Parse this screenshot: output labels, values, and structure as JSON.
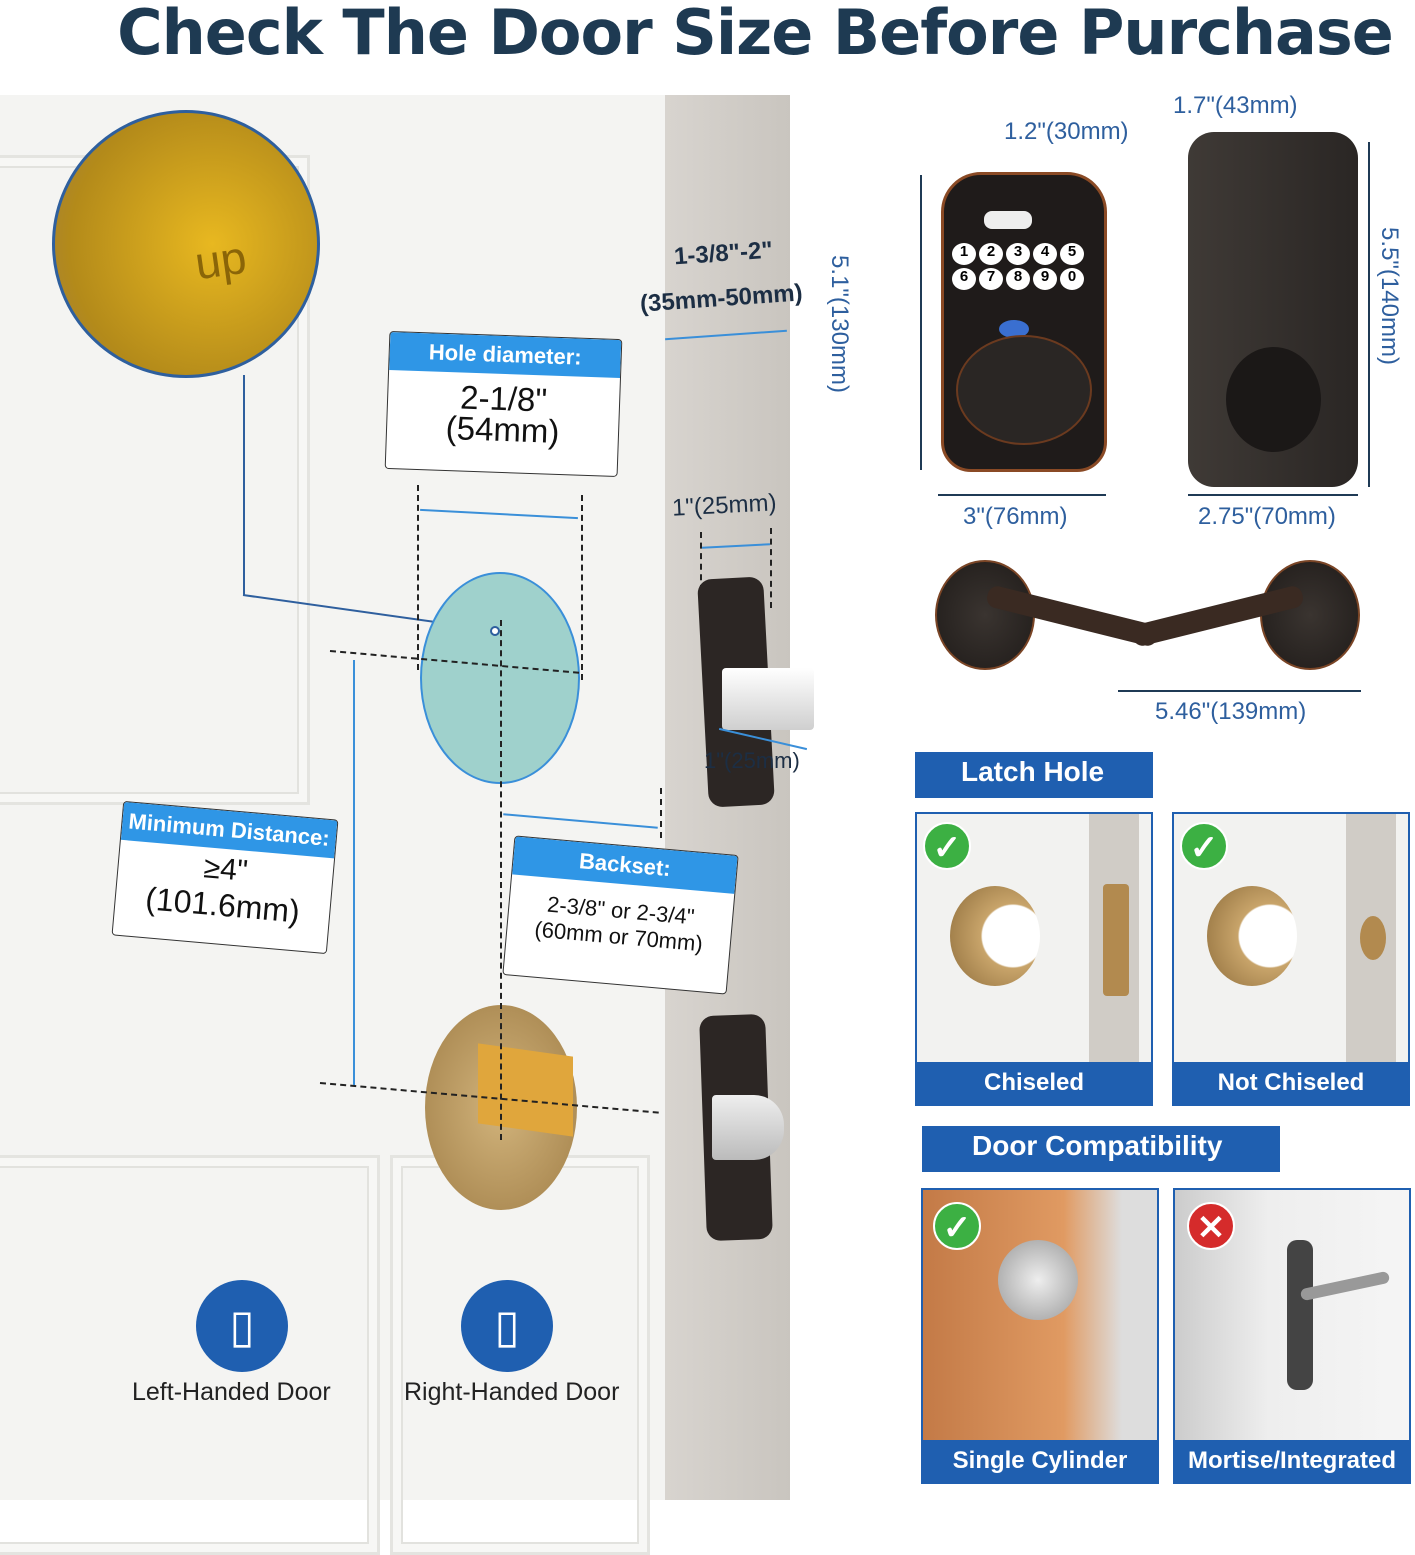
{
  "title": "Check The Door Size Before Purchase",
  "door": {
    "thickness": "1-3/8\"-2\"",
    "thickness_mm": "(35mm-50mm)",
    "hole_label": "Hole diameter:",
    "hole_value": "2-1/8\"",
    "hole_mm": "(54mm)",
    "latch_width": "1\"(25mm)",
    "latch_depth": "1\"(25mm)",
    "min_label": "Minimum Distance:",
    "min_value": "≥4\"",
    "min_mm": "(101.6mm)",
    "backset_label": "Backset:",
    "backset_value": "2-3/8\" or 2-3/4\"",
    "backset_mm": "(60mm or 70mm)",
    "latch_mark": "up",
    "left_handed": "Left-Handed Door",
    "right_handed": "Right-Handed Door"
  },
  "product": {
    "depth_front": "1.2\"(30mm)",
    "depth_back": "1.7\"(43mm)",
    "height_front": "5.1\"(130mm)",
    "height_back": "5.5\"(140mm)",
    "width_front": "3\"(76mm)",
    "width_back": "2.75\"(70mm)",
    "lever_width": "5.46\"(139mm)",
    "keypad": [
      "1",
      "2",
      "3",
      "4",
      "5",
      "6",
      "7",
      "8",
      "9",
      "0"
    ]
  },
  "latch_hole": {
    "title": "Latch Hole",
    "options": [
      {
        "label": "Chiseled",
        "ok": true
      },
      {
        "label": "Not Chiseled",
        "ok": true
      }
    ]
  },
  "compat": {
    "title": "Door Compatibility",
    "options": [
      {
        "label": "Single Cylinder",
        "ok": true
      },
      {
        "label": "Mortise/Integrated",
        "ok": false
      }
    ]
  },
  "colors": {
    "accent": "#2f96e6",
    "navy": "#1f5fb0",
    "title": "#1e3a52"
  }
}
